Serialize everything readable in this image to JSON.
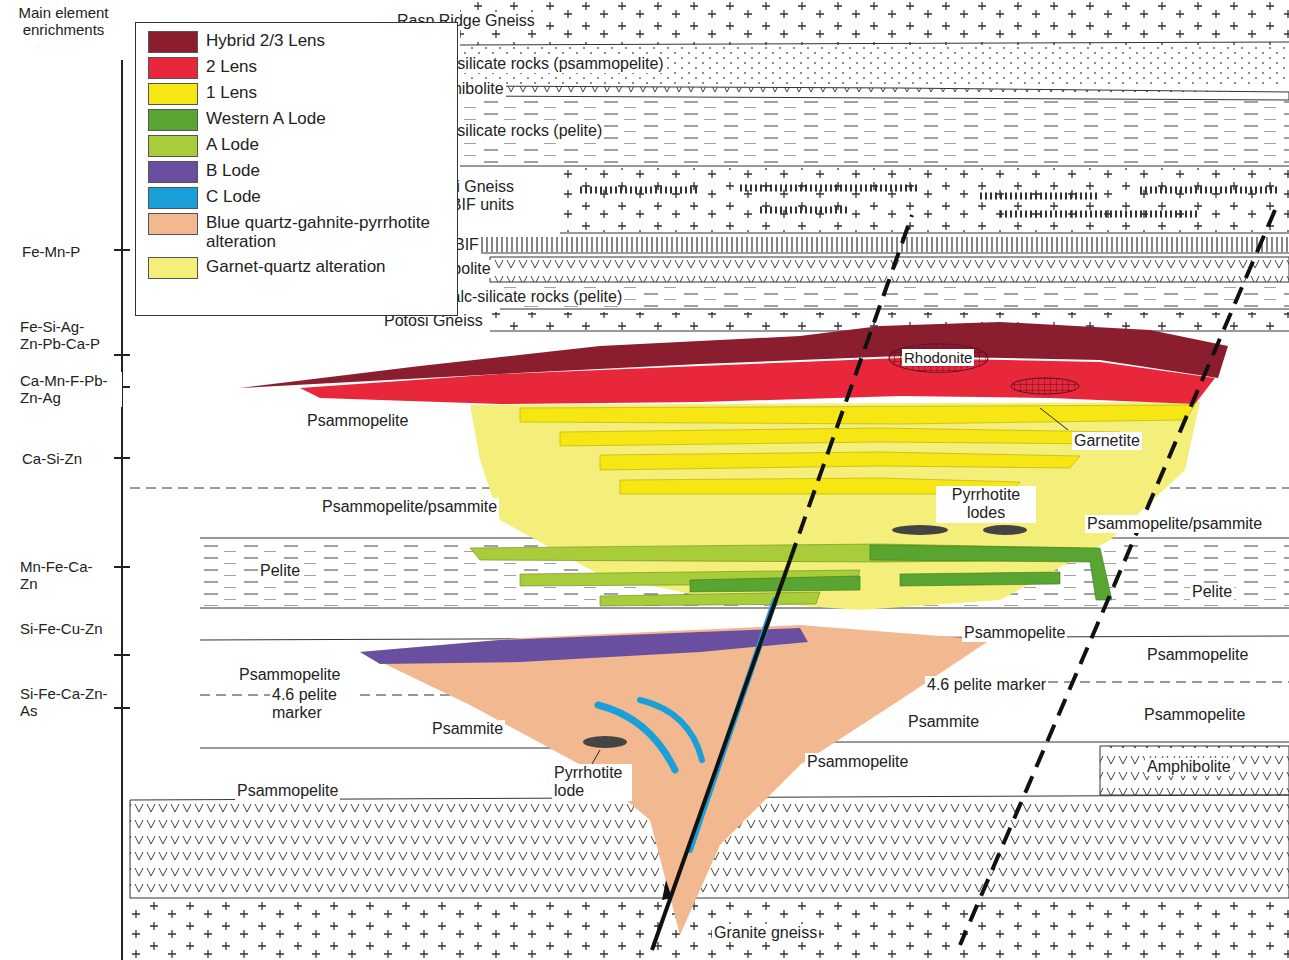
{
  "diagram": {
    "nodes": [
      {
        "text": [
          "Rhodonite"
        ]
      }
    ],
    "labels": [
      "Main element enrichments",
      "Fe-Mn-P",
      "Fe-Si-Ag-Zn-Pb-Ca-P",
      "Ca-Mn-F-Pb-Zn-Ag",
      "Ca-Si-Zn",
      "Mn-Fe-Ca-Zn",
      "Si-Fe-Cu-Zn",
      "Si-Fe-Ca-Zn-As",
      "Rasp Ridge Gneiss",
      "Calc-silicate rocks (psammopelite)",
      "Amphibolite",
      "Calc-silicate rocks (pelite)",
      "Potosi Gneiss with BIF units",
      "BIF",
      "Amphibolite",
      "Calc-silicate rocks (pelite)",
      "Potosi Gneiss",
      "Psammopelite",
      "Garnetite",
      "Pyrrhotite lodes",
      "Psammopelite/psammite",
      "Psammopelite/psammite",
      "Pelite",
      "Pelite",
      "Psammopelite",
      "Psammopelite",
      "Psammopelite",
      "4.6 pelite marker",
      "4.6 pelite marker",
      "Psammite",
      "Psammite",
      "Psammopelite",
      "Pyrrhotite lode",
      "Psammopelite",
      "Psammopelite",
      "Amphibolite",
      "Granite gneiss"
    ],
    "legend": [
      {
        "text": "Hybrid 2/3 Lens",
        "color": "#8b1e2e"
      },
      {
        "text": "2 Lens",
        "color": "#e8283a"
      },
      {
        "text": "1 Lens",
        "color": "#f5e614"
      },
      {
        "text": "Western A Lode",
        "color": "#5aa532"
      },
      {
        "text": "A Lode",
        "color": "#a8cc3a"
      },
      {
        "text": "B Lode",
        "color": "#6a4fa0"
      },
      {
        "text": "C Lode",
        "color": "#1aa0d8"
      },
      {
        "text": "Blue quartz-gahnite-pyrrhotite alteration",
        "color": "#f2b890"
      },
      {
        "text": "Garnet-quartz alteration",
        "color": "#f4ef7a"
      }
    ]
  }
}
